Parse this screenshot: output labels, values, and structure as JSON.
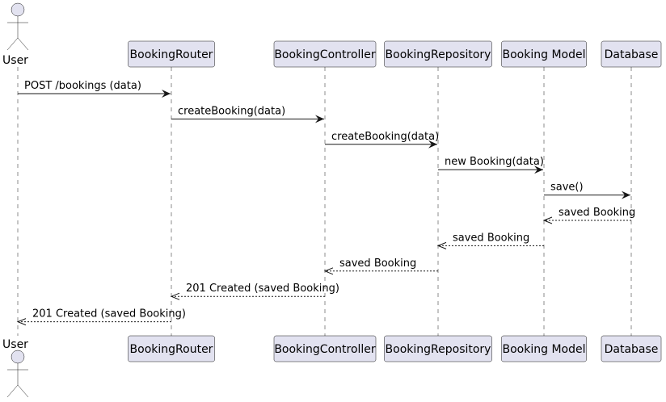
{
  "diagram": {
    "type": "sequence",
    "participants": [
      {
        "id": "user",
        "label": "User",
        "kind": "actor"
      },
      {
        "id": "router",
        "label": "BookingRouter",
        "kind": "participant"
      },
      {
        "id": "controller",
        "label": "BookingController",
        "kind": "participant"
      },
      {
        "id": "repository",
        "label": "BookingRepository",
        "kind": "participant"
      },
      {
        "id": "model",
        "label": "Booking Model",
        "kind": "participant"
      },
      {
        "id": "database",
        "label": "Database",
        "kind": "participant"
      }
    ],
    "messages": [
      {
        "from": "user",
        "to": "router",
        "label": "POST /bookings (data)",
        "kind": "call"
      },
      {
        "from": "router",
        "to": "controller",
        "label": "createBooking(data)",
        "kind": "call"
      },
      {
        "from": "controller",
        "to": "repository",
        "label": "createBooking(data)",
        "kind": "call"
      },
      {
        "from": "repository",
        "to": "model",
        "label": "new Booking(data)",
        "kind": "call"
      },
      {
        "from": "model",
        "to": "database",
        "label": "save()",
        "kind": "call"
      },
      {
        "from": "database",
        "to": "model",
        "label": "saved Booking",
        "kind": "return"
      },
      {
        "from": "model",
        "to": "repository",
        "label": "saved Booking",
        "kind": "return"
      },
      {
        "from": "repository",
        "to": "controller",
        "label": "saved Booking",
        "kind": "return"
      },
      {
        "from": "controller",
        "to": "router",
        "label": "201 Created (saved Booking)",
        "kind": "return"
      },
      {
        "from": "router",
        "to": "user",
        "label": "201 Created (saved Booking)",
        "kind": "return"
      }
    ]
  }
}
